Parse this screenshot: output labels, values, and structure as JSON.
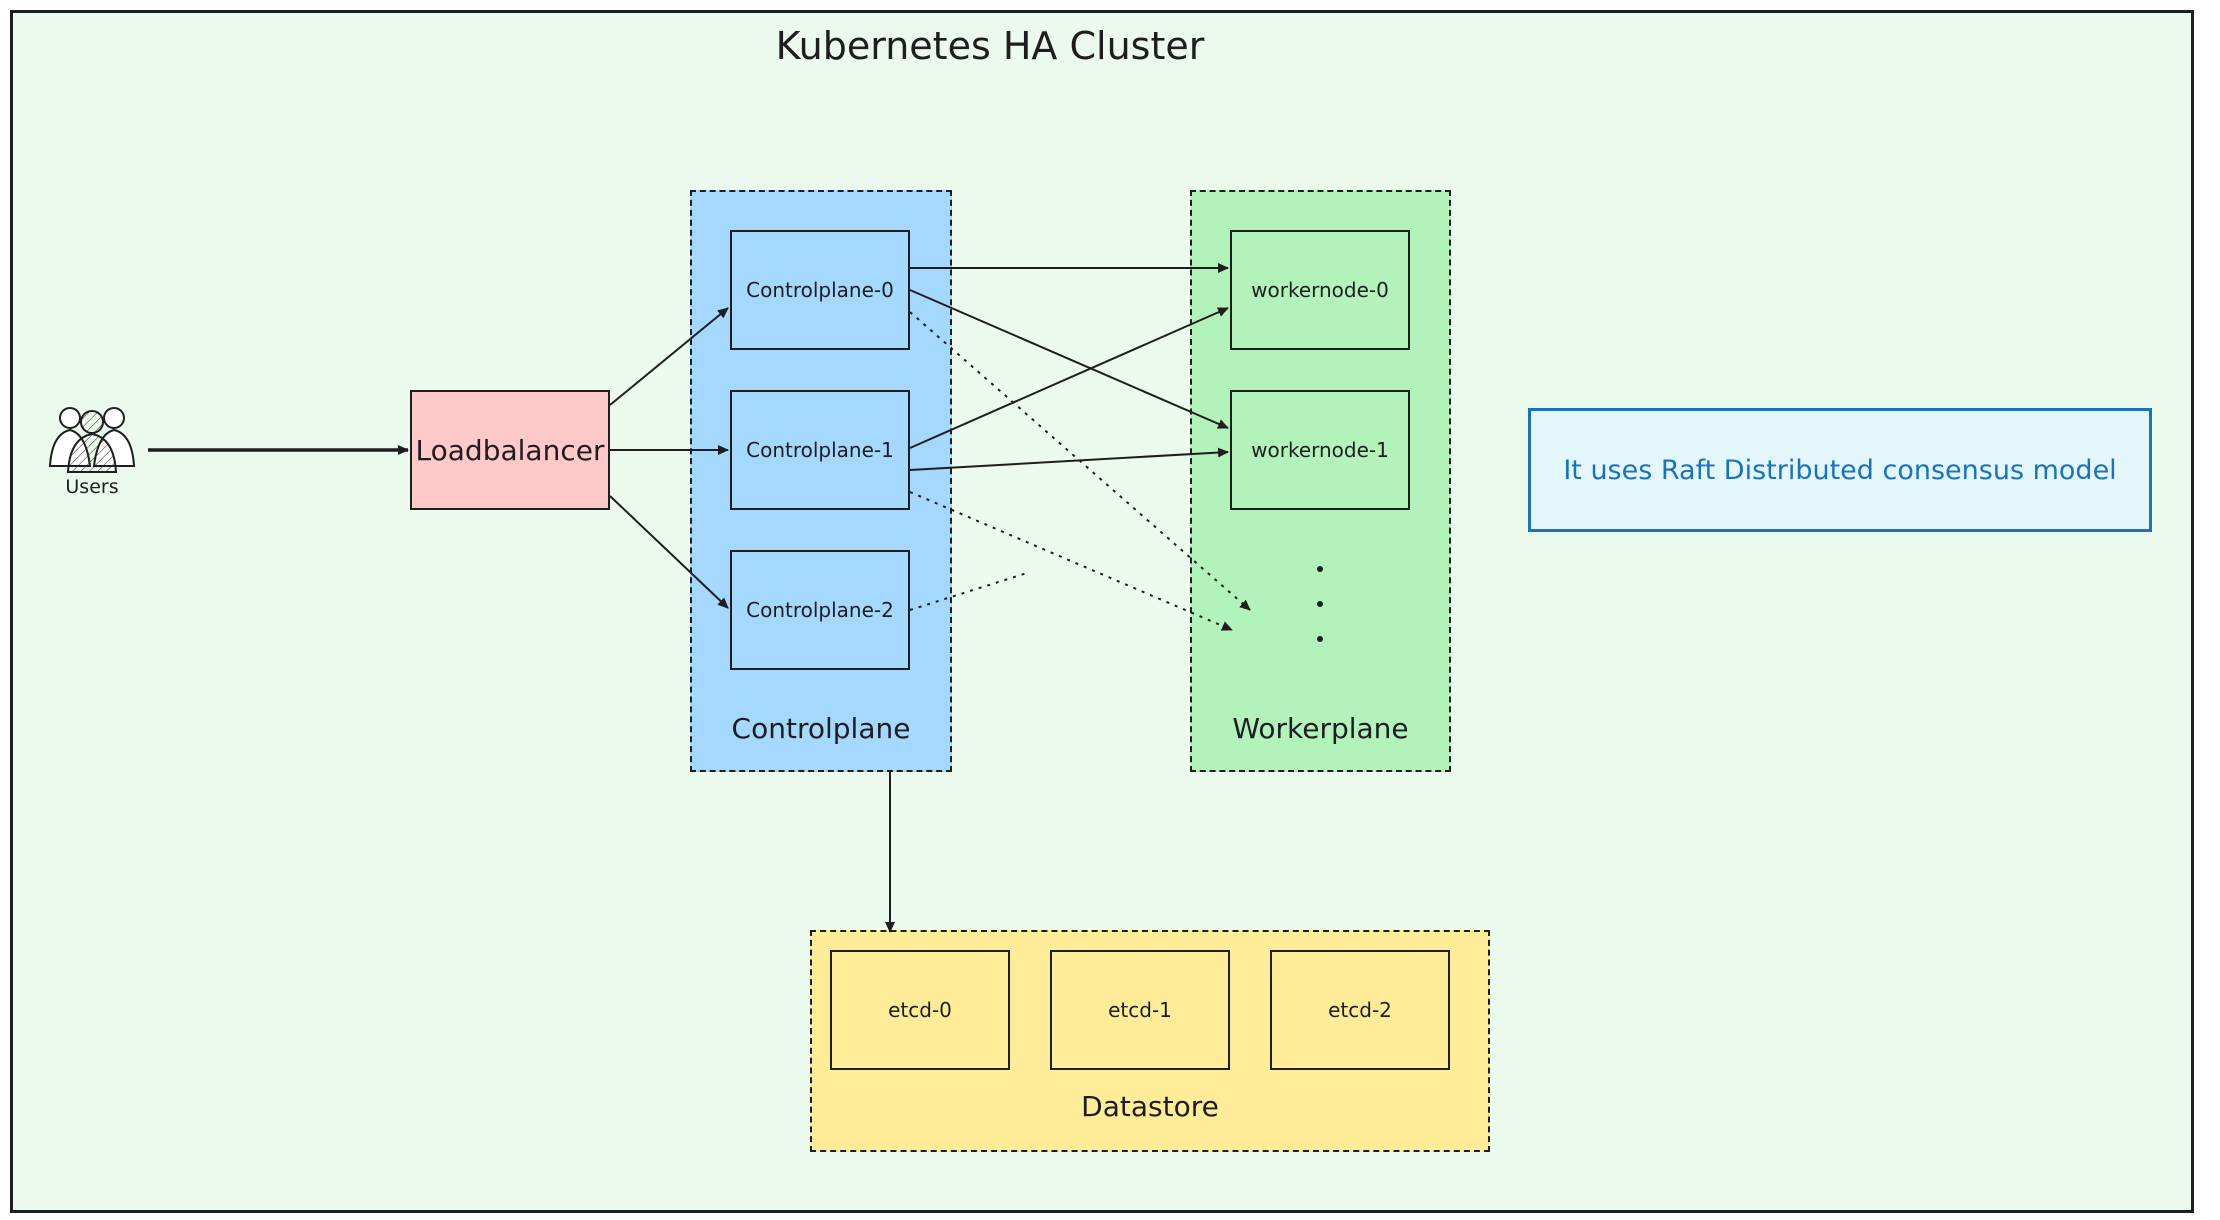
{
  "title": "Kubernetes HA Cluster",
  "users": {
    "label": "Users",
    "icon": "users-icon"
  },
  "loadbalancer": {
    "label": "Loadbalancer"
  },
  "controlplane": {
    "label": "Controlplane",
    "nodes": [
      "Controlplane-0",
      "Controlplane-1",
      "Controlplane-2"
    ]
  },
  "workerplane": {
    "label": "Workerplane",
    "nodes": [
      "workernode-0",
      "workernode-1"
    ]
  },
  "datastore": {
    "label": "Datastore",
    "nodes": [
      "etcd-0",
      "etcd-1",
      "etcd-2"
    ]
  },
  "note": "It uses Raft Distributed consensus model",
  "colors": {
    "background": "#ebfaec",
    "loadbalancer": "#ffc9c9",
    "controlplane": "#a5d8ff",
    "workerplane": "#b2f2bb",
    "datastore": "#ffec99",
    "note_border": "#1971c2",
    "note_fill": "#e3f7fb"
  }
}
